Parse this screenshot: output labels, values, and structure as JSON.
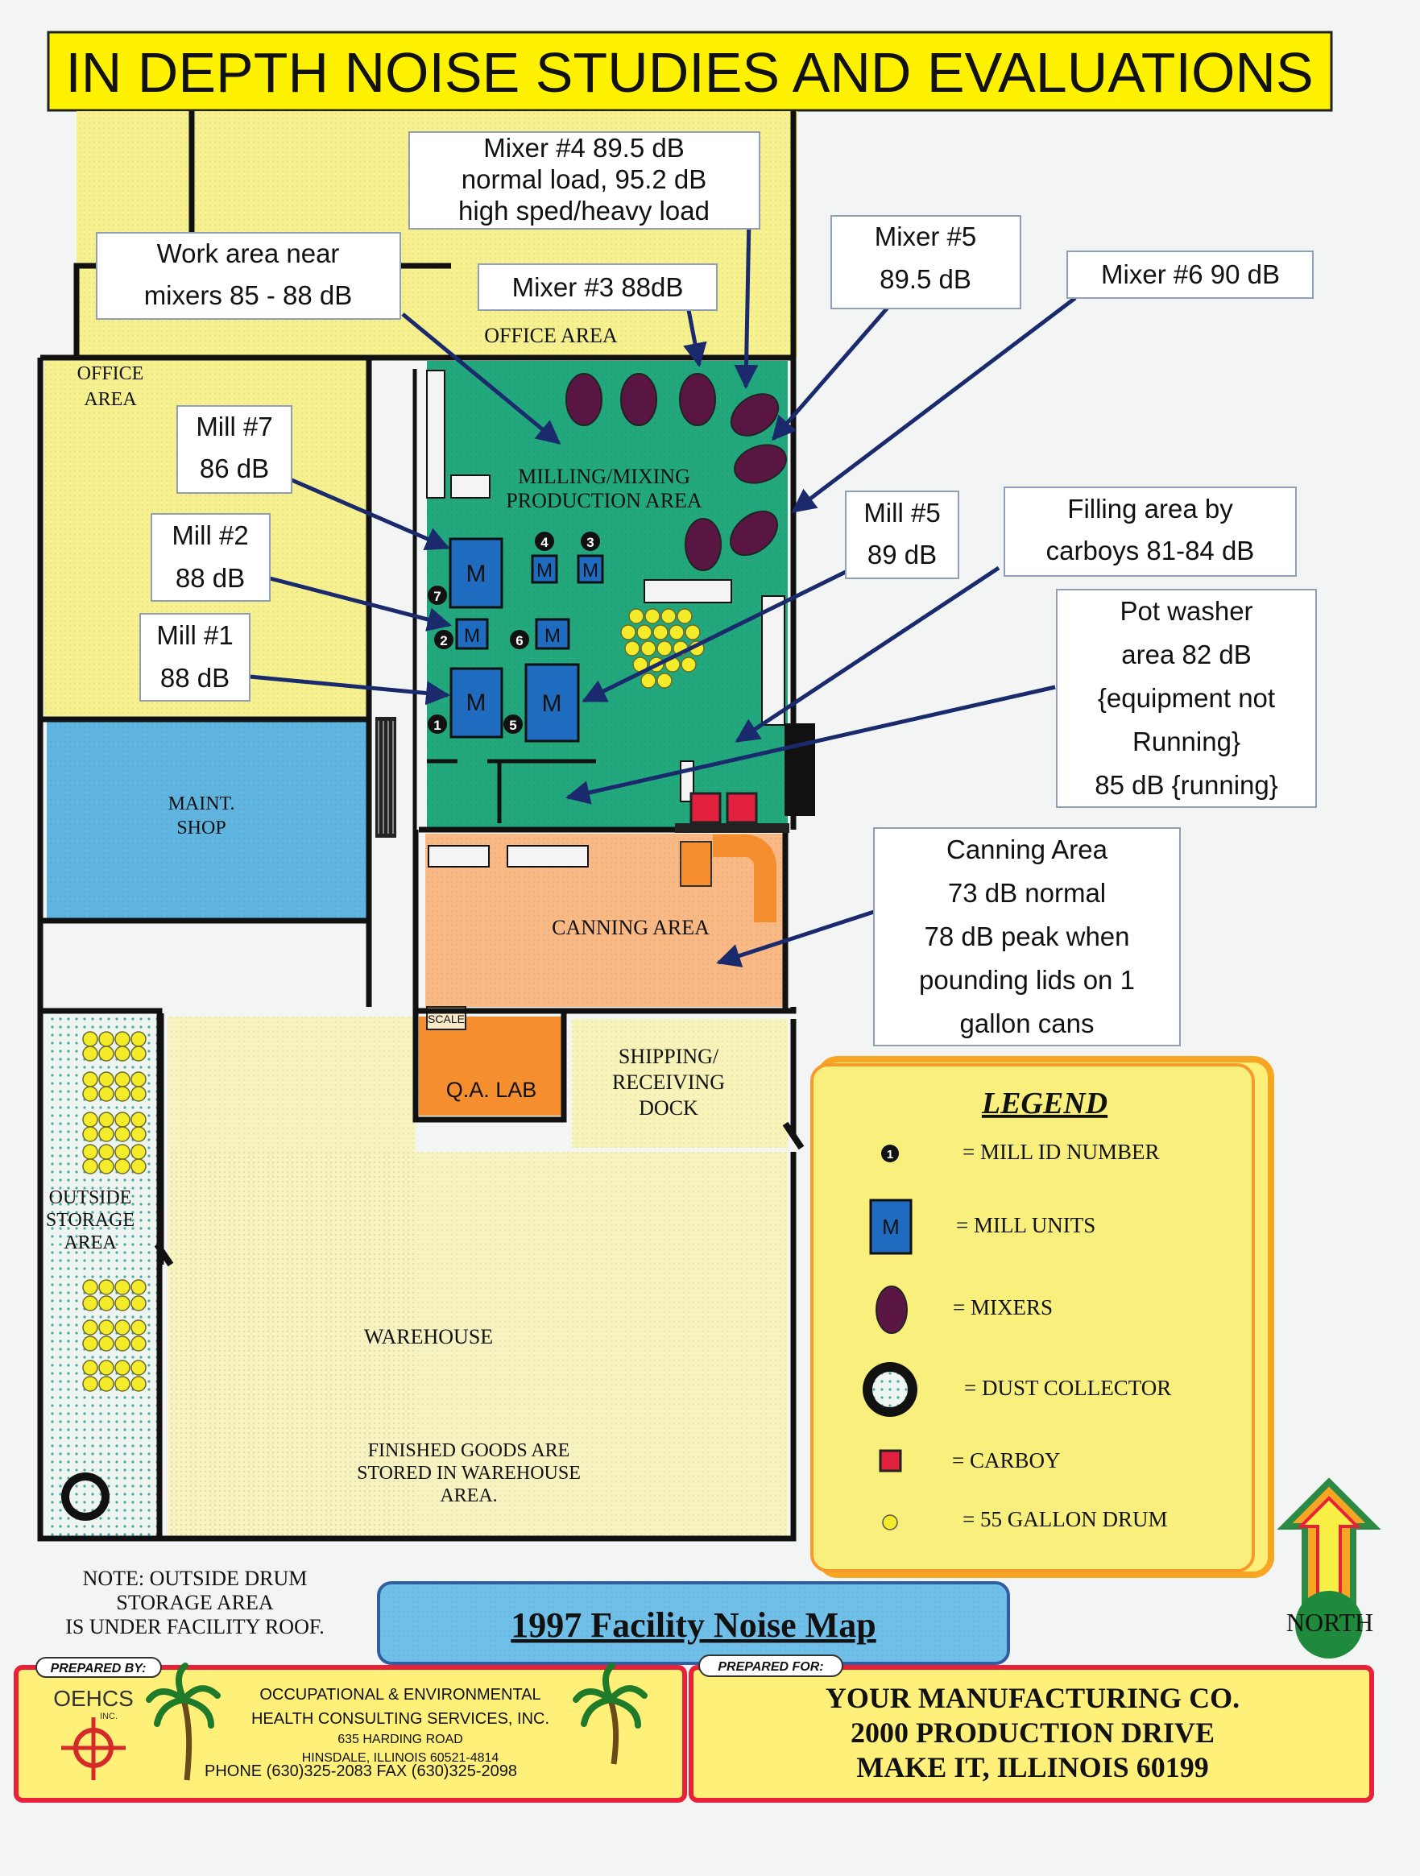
{
  "title": "IN DEPTH NOISE STUDIES AND EVALUATIONS",
  "areas": {
    "office_top": "OFFICE AREA",
    "office_left": [
      "OFFICE",
      "AREA"
    ],
    "milling": [
      "MILLING/MIXING",
      "PRODUCTION  AREA"
    ],
    "maint": [
      "MAINT.",
      "SHOP"
    ],
    "canning": "CANNING AREA",
    "scale": "SCALE",
    "qa_lab": "Q.A. LAB",
    "shipping": [
      "SHIPPING/",
      "RECEIVING",
      "DOCK"
    ],
    "outside": [
      "OUTSIDE",
      "STORAGE",
      "AREA"
    ],
    "warehouse": "WAREHOUSE",
    "finished": [
      "FINISHED GOODS ARE",
      "STORED IN WAREHOUSE",
      "AREA."
    ]
  },
  "mill_unit_letter": "M",
  "mill_numbers": [
    "7",
    "2",
    "6",
    "1",
    "5",
    "4",
    "3"
  ],
  "callouts": {
    "mixer4": [
      "Mixer #4 89.5 dB",
      "normal load, 95.2 dB",
      "high sped/heavy load"
    ],
    "work_area": [
      "Work area near",
      "mixers 85 - 88 dB"
    ],
    "mixer3": [
      "Mixer #3 88dB"
    ],
    "mixer5": [
      "Mixer #5",
      "89.5 dB"
    ],
    "mixer6": [
      "Mixer #6 90 dB"
    ],
    "mill7": [
      "Mill #7",
      "86 dB"
    ],
    "mill2": [
      "Mill #2",
      "88 dB"
    ],
    "mill1": [
      "Mill #1",
      "88 dB"
    ],
    "mill5": [
      "Mill #5",
      "89 dB"
    ],
    "filling": [
      "Filling area by",
      "carboys 81-84 dB"
    ],
    "pot_washer": [
      "Pot washer",
      "area 82 dB",
      "{equipment not",
      "Running}",
      "85 dB {running}"
    ],
    "canning": [
      "Canning Area",
      "73 dB normal",
      "78 dB peak when",
      "pounding lids on 1",
      "gallon cans"
    ]
  },
  "legend": {
    "heading": "LEGEND",
    "items": [
      {
        "label": "= MILL ID NUMBER",
        "symbol": "1"
      },
      {
        "label": "= MILL UNITS",
        "symbol": "M"
      },
      {
        "label": "= MIXERS"
      },
      {
        "label": "= DUST COLLECTOR"
      },
      {
        "label": "= CARBOY"
      },
      {
        "label": "= 55 GALLON DRUM"
      }
    ]
  },
  "note": [
    "NOTE: OUTSIDE DRUM",
    "STORAGE AREA",
    "IS UNDER FACILITY ROOF."
  ],
  "map_title": "1997 Facility Noise Map",
  "north": "NORTH",
  "prepared_by": {
    "tag": "PREPARED BY:",
    "logo": "OEHCS",
    "logo_sub": "INC.",
    "lines": [
      "OCCUPATIONAL & ENVIRONMENTAL",
      "HEALTH CONSULTING SERVICES, INC.",
      "635 HARDING ROAD",
      "HINSDALE, ILLINOIS 60521-4814",
      "PHONE (630)325-2083 FAX (630)325-2098"
    ]
  },
  "prepared_for": {
    "tag": "PREPARED FOR:",
    "lines": [
      "YOUR MANUFACTURING CO.",
      "2000 PRODUCTION DRIVE",
      "MAKE IT, ILLINOIS 60199"
    ]
  },
  "colors": {
    "title_bg": "#fff200",
    "office": "#f6f18e",
    "milling": "#22a87c",
    "maint": "#5fb4e0",
    "canning": "#f8b984",
    "qa_lab": "#f58e2e",
    "shipping": "#f8f3b8",
    "warehouse": "#f8f4c2",
    "mill_blue": "#1f6bbf",
    "mixer": "#5a1642",
    "carboy": "#e0203c",
    "drum": "#f4ec2a",
    "arrow": "#1a2a6c",
    "legend_fill": "#f8ef7c",
    "legend_border": "#f79a2a",
    "map_title_bg": "#6fbfe8",
    "footer_fill": "#fff07a",
    "footer_border": "#e8203a"
  }
}
